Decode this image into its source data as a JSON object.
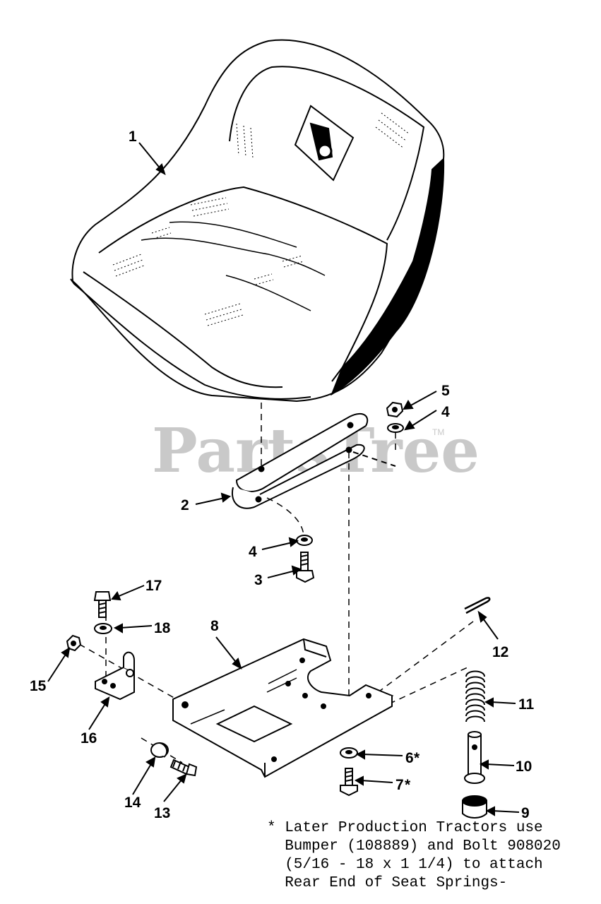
{
  "watermark": {
    "text": "PartsTree",
    "trademark": "TM"
  },
  "callouts": {
    "c1": "1",
    "c2": "2",
    "c3": "3",
    "c4a": "4",
    "c4b": "4",
    "c5": "5",
    "c6": "6",
    "c6star": "*",
    "c7": "7",
    "c7star": "*",
    "c8": "8",
    "c9": "9",
    "c10": "10",
    "c11": "11",
    "c12": "12",
    "c13": "13",
    "c14": "14",
    "c15": "15",
    "c16": "16",
    "c17": "17",
    "c18": "18"
  },
  "note": {
    "line1": "* Later Production Tractors use",
    "line2": "  Bumper (108889) and Bolt 908020",
    "line3": "  (5/16 - 18 x 1 1/4) to attach",
    "line4": "  Rear End of Seat Springs-"
  }
}
